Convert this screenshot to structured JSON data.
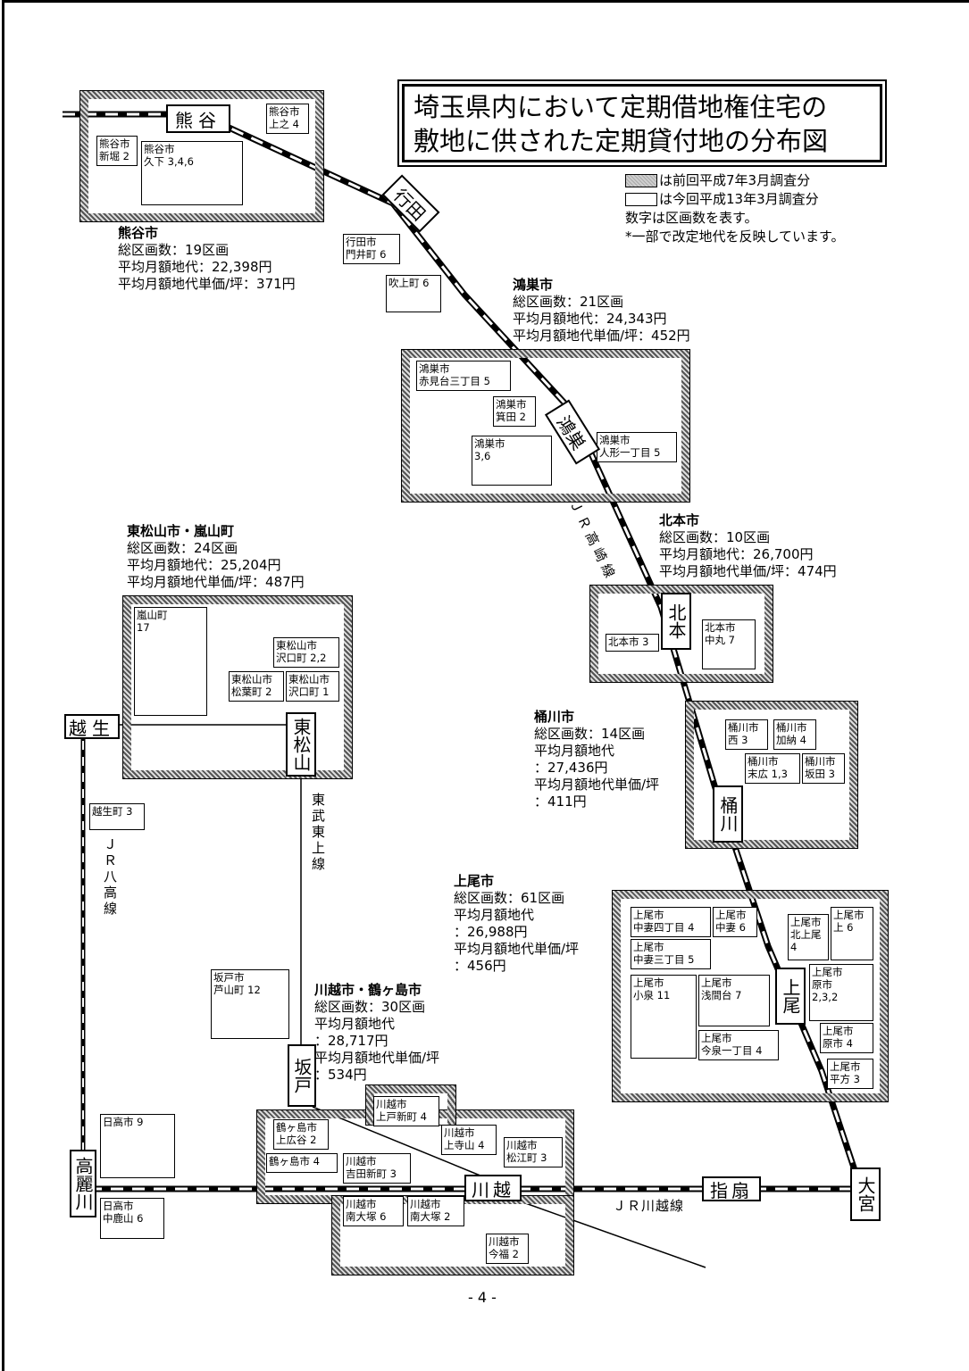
{
  "title": {
    "line1": "埼玉県内において定期借地権住宅の",
    "line2": "敷地に供された定期貸付地の分布図"
  },
  "legend": {
    "previous": "は前回平成7年3月調査分",
    "current": "は今回平成13年3月調査分",
    "note1": "数字は区画数を表す。",
    "note2": "*一部で改定地代を反映しています。"
  },
  "stats": {
    "kumagaya": {
      "name": "熊谷市",
      "l1": "総区画数：19区画",
      "l2": "平均月額地代：22,398円",
      "l3": "平均月額地代単価/坪：371円"
    },
    "konosu": {
      "name": "鴻巣市",
      "l1": "総区画数：21区画",
      "l2": "平均月額地代：24,343円",
      "l3": "平均月額地代単価/坪：452円"
    },
    "kitamoto": {
      "name": "北本市",
      "l1": "総区画数：10区画",
      "l2": "平均月額地代：26,700円",
      "l3": "平均月額地代単価/坪：474円"
    },
    "higashimatsuyama": {
      "name": "東松山市・嵐山町",
      "l1": "総区画数：24区画",
      "l2": "平均月額地代：25,204円",
      "l3": "平均月額地代単価/坪：487円"
    },
    "okegawa": {
      "name": "桶川市",
      "l1": "総区画数：14区画",
      "l2": "平均月額地代",
      "l3": "：27,436円",
      "l4": "平均月額地代単価/坪",
      "l5": "：411円"
    },
    "ageo": {
      "name": "上尾市",
      "l1": "総区画数：61区画",
      "l2": "平均月額地代",
      "l3": "：26,988円",
      "l4": "平均月額地代単価/坪",
      "l5": "：456円"
    },
    "kawagoe": {
      "name": "川越市・鶴ヶ島市",
      "l1": "総区画数：30区画",
      "l2": "平均月額地代",
      "l3": "：28,717円",
      "l4": "平均月額地代単価/坪",
      "l5": "：534円"
    }
  },
  "stations": {
    "kumagaya": "熊谷",
    "gyoda": "行田",
    "konosu": "鴻巣",
    "kitamoto": "北本",
    "okegawa": "桶川",
    "ageo": "上尾",
    "omiya": "大宮",
    "higashimatsuyama": "東松山",
    "ogose": "越生",
    "sakado": "坂戸",
    "kawagoe": "川越",
    "sashiogi": "指扇",
    "komagawa": "高麗川"
  },
  "lines": {
    "takasaki": "ＪＲ高崎線",
    "tojo": "東武東上線",
    "hachiko": "ＪＲ八高線",
    "kawagoe": "ＪＲ川越線"
  },
  "lots": {
    "kumagaya_ue": [
      "熊谷市",
      "上之 4"
    ],
    "kumagaya_shinbori": [
      "熊谷市",
      "新堀 2"
    ],
    "kumagaya_kuge": [
      "熊谷市",
      "久下 3,4,6"
    ],
    "gyoda_monimachi": [
      "行田市",
      "門井町 6"
    ],
    "fukiage": [
      "吹上町 6"
    ],
    "konosu_akamidai": [
      "鴻巣市",
      "赤見台三丁目 5"
    ],
    "konosu_mita": [
      "鴻巣市",
      "箕田 2"
    ],
    "konosu_36": [
      "鴻巣市",
      "3,6"
    ],
    "konosu_ningyo": [
      "鴻巣市",
      "人形一丁目 5"
    ],
    "kitamoto_3": [
      "北本市 3"
    ],
    "kitamoto_nakamaru": [
      "北本市",
      "中丸 7"
    ],
    "ranzan": [
      "嵐山町",
      "17"
    ],
    "hm_sawaguchi22": [
      "東松山市",
      "沢口町 2,2"
    ],
    "hm_matsuba": [
      "東松山市",
      "松葉町 2"
    ],
    "hm_sawaguchi1": [
      "東松山市",
      "沢口町 1"
    ],
    "okegawa_nishi": [
      "桶川市",
      "西 3"
    ],
    "okegawa_kano": [
      "桶川市",
      "加納 4"
    ],
    "okegawa_suehiro": [
      "桶川市",
      "末広 1,3"
    ],
    "okegawa_sakata": [
      "桶川市",
      "坂田 3"
    ],
    "ogose": [
      "越生町 3"
    ],
    "sakado_ashiyama": [
      "坂戸市",
      "芦山町 12"
    ],
    "ageo_nakatsuma4": [
      "上尾市",
      "中妻四丁目 4"
    ],
    "ageo_nakatsuma6": [
      "上尾市",
      "中妻 6"
    ],
    "ageo_kitaageo": [
      "上尾市",
      "北上尾",
      "4"
    ],
    "ageo_kami": [
      "上尾市",
      "上 6"
    ],
    "ageo_nakatsuma3": [
      "上尾市",
      "中妻三丁目 5"
    ],
    "ageo_koizumi": [
      "上尾市",
      "小泉 11"
    ],
    "ageo_asamadai": [
      "上尾市",
      "浅間台 7"
    ],
    "ageo_haraichi232": [
      "上尾市",
      "原市",
      "2,3,2"
    ],
    "ageo_imaizumi": [
      "上尾市",
      "今泉一丁目 4"
    ],
    "ageo_haraichi4": [
      "上尾市",
      "原市 4"
    ],
    "ageo_hirakata": [
      "上尾市",
      "平方 3"
    ],
    "hidaka_9": [
      "日高市 9"
    ],
    "hidaka_nakakashiwa": [
      "日高市",
      "中鹿山 6"
    ],
    "kawagoe_kamitoshin": [
      "川越市",
      "上戸新町 4"
    ],
    "tsurugashima_kamihiroya": [
      "鶴ヶ島市",
      "上広谷 2"
    ],
    "kawagoe_kamiteraya": [
      "川越市",
      "上寺山 4"
    ],
    "kawagoe_matsue": [
      "川越市",
      "松江町 3"
    ],
    "tsurugashima_4": [
      "鶴ヶ島市 4"
    ],
    "kawagoe_yoshida": [
      "川越市",
      "吉田新町 3"
    ],
    "kawagoe_minamiotsuka6": [
      "川越市",
      "南大塚 6"
    ],
    "kawagoe_minamiotsuka2": [
      "川越市",
      "南大塚 2"
    ],
    "kawagoe_imafuku": [
      "川越市",
      "今福 2"
    ]
  },
  "page_number": "- 4 -"
}
